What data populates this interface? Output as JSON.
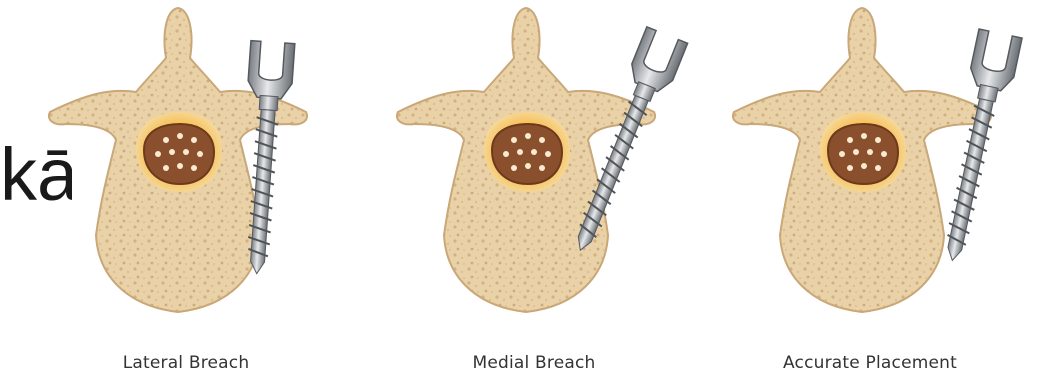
{
  "partial_text": "kā",
  "panels": [
    {
      "caption": "Lateral Breach"
    },
    {
      "caption": "Medial Breach"
    },
    {
      "caption": "Accurate Placement"
    }
  ],
  "colors": {
    "bone_fill": "#ead2a8",
    "bone_edge": "#c9a777",
    "bone_speckle": "#d6b585",
    "canal_glow": "#f6b64a",
    "cord": "#8a4f2c",
    "screw_light": "#e4e6e8",
    "screw_dark": "#6e7378"
  },
  "icons": [
    "vertebra-illustration",
    "pedicle-screw-illustration"
  ]
}
